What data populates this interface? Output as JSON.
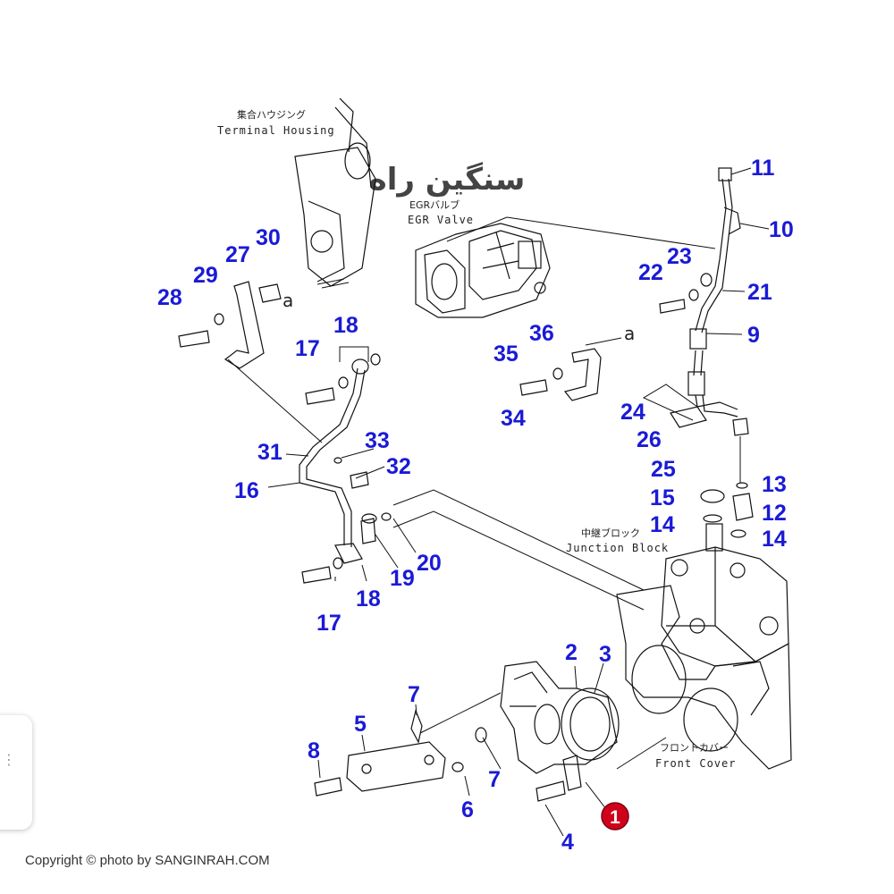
{
  "watermark": {
    "text": "سنگین راه",
    "color_ink": "#444444",
    "color_accent": "#3a2fd0"
  },
  "labels": {
    "terminal_housing_jp": "集合ハウジング",
    "terminal_housing_en": "Terminal Housing",
    "egr_valve_jp": "EGRバルブ",
    "egr_valve_en": "EGR Valve",
    "junction_block_jp": "中継ブロック",
    "junction_block_en": "Junction Block",
    "front_cover_jp": "フロントカバー",
    "front_cover_en": "Front Cover",
    "ref_a_1": "a",
    "ref_a_2": "a"
  },
  "callouts": [
    {
      "id": "c11",
      "text": "11"
    },
    {
      "id": "c10",
      "text": "10"
    },
    {
      "id": "c23",
      "text": "23"
    },
    {
      "id": "c22",
      "text": "22"
    },
    {
      "id": "c21",
      "text": "21"
    },
    {
      "id": "c9",
      "text": "9"
    },
    {
      "id": "c36",
      "text": "36"
    },
    {
      "id": "c35",
      "text": "35"
    },
    {
      "id": "c34",
      "text": "34"
    },
    {
      "id": "c24",
      "text": "24"
    },
    {
      "id": "c26",
      "text": "26"
    },
    {
      "id": "c25",
      "text": "25"
    },
    {
      "id": "c13",
      "text": "13"
    },
    {
      "id": "c15",
      "text": "15"
    },
    {
      "id": "c12",
      "text": "12"
    },
    {
      "id": "c14a",
      "text": "14"
    },
    {
      "id": "c14b",
      "text": "14"
    },
    {
      "id": "c30",
      "text": "30"
    },
    {
      "id": "c27",
      "text": "27"
    },
    {
      "id": "c29",
      "text": "29"
    },
    {
      "id": "c28",
      "text": "28"
    },
    {
      "id": "c18a",
      "text": "18"
    },
    {
      "id": "c17a",
      "text": "17"
    },
    {
      "id": "c33",
      "text": "33"
    },
    {
      "id": "c31",
      "text": "31"
    },
    {
      "id": "c32",
      "text": "32"
    },
    {
      "id": "c16",
      "text": "16"
    },
    {
      "id": "c20",
      "text": "20"
    },
    {
      "id": "c19",
      "text": "19"
    },
    {
      "id": "c18b",
      "text": "18"
    },
    {
      "id": "c17b",
      "text": "17"
    },
    {
      "id": "c2",
      "text": "2"
    },
    {
      "id": "c3",
      "text": "3"
    },
    {
      "id": "c7a",
      "text": "7"
    },
    {
      "id": "c5",
      "text": "5"
    },
    {
      "id": "c8",
      "text": "8"
    },
    {
      "id": "c7b",
      "text": "7"
    },
    {
      "id": "c6",
      "text": "6"
    },
    {
      "id": "c4",
      "text": "4"
    }
  ],
  "highlight_callout": {
    "text": "1",
    "color": "#d0021b"
  },
  "callout_color": "#1a1ad6",
  "copyright": "Copyright © photo by SANGINRAH.COM",
  "side_tab_icon": "⋮"
}
